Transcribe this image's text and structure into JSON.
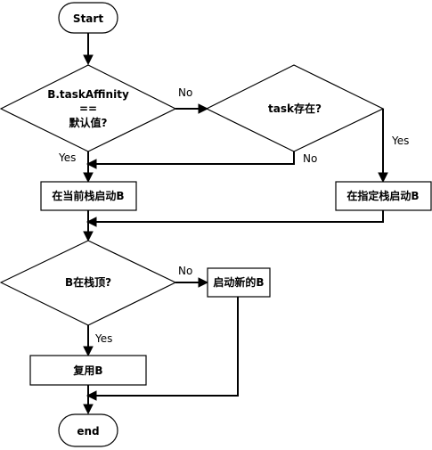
{
  "flowchart": {
    "start": "Start",
    "decision_affinity": {
      "line1": "B.taskAffinity",
      "line2": "==",
      "line3": "默认值?"
    },
    "decision_task_exists": "task存在?",
    "launch_current_stack": "在当前栈启动B",
    "launch_specified_stack": "在指定栈启动B",
    "decision_top": "B在栈顶?",
    "launch_new": "启动新的B",
    "reuse": "复用B",
    "end": "end",
    "edge_labels": {
      "affinity_no": "No",
      "affinity_yes": "Yes",
      "task_yes": "Yes",
      "task_no": "No",
      "top_no": "No",
      "top_yes": "Yes"
    }
  }
}
